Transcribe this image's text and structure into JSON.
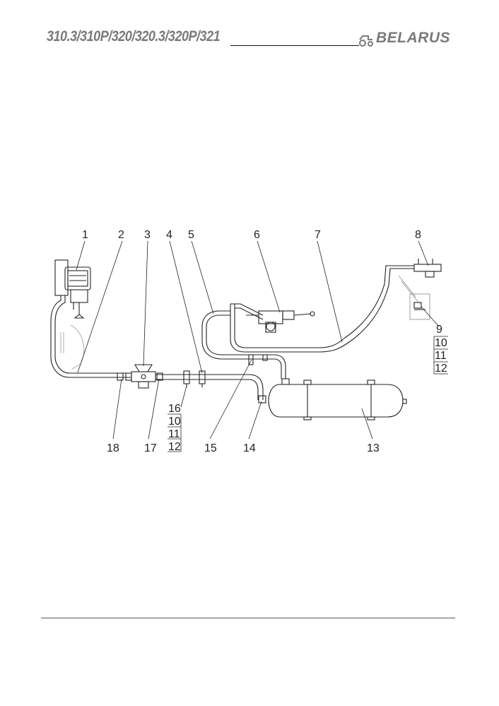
{
  "header": {
    "model_text": "310.3/310P/320/320.3/320P/321",
    "brand_text": "BELARUS"
  },
  "diagram": {
    "callouts_top": [
      "1",
      "2",
      "3",
      "4",
      "5",
      "6",
      "7",
      "8"
    ],
    "callout_9_group": [
      "9",
      "10",
      "11",
      "12"
    ],
    "callout_16_group": [
      "16",
      "10",
      "11",
      "12"
    ],
    "callouts_bottom": [
      "18",
      "17",
      "15",
      "14",
      "13"
    ]
  }
}
